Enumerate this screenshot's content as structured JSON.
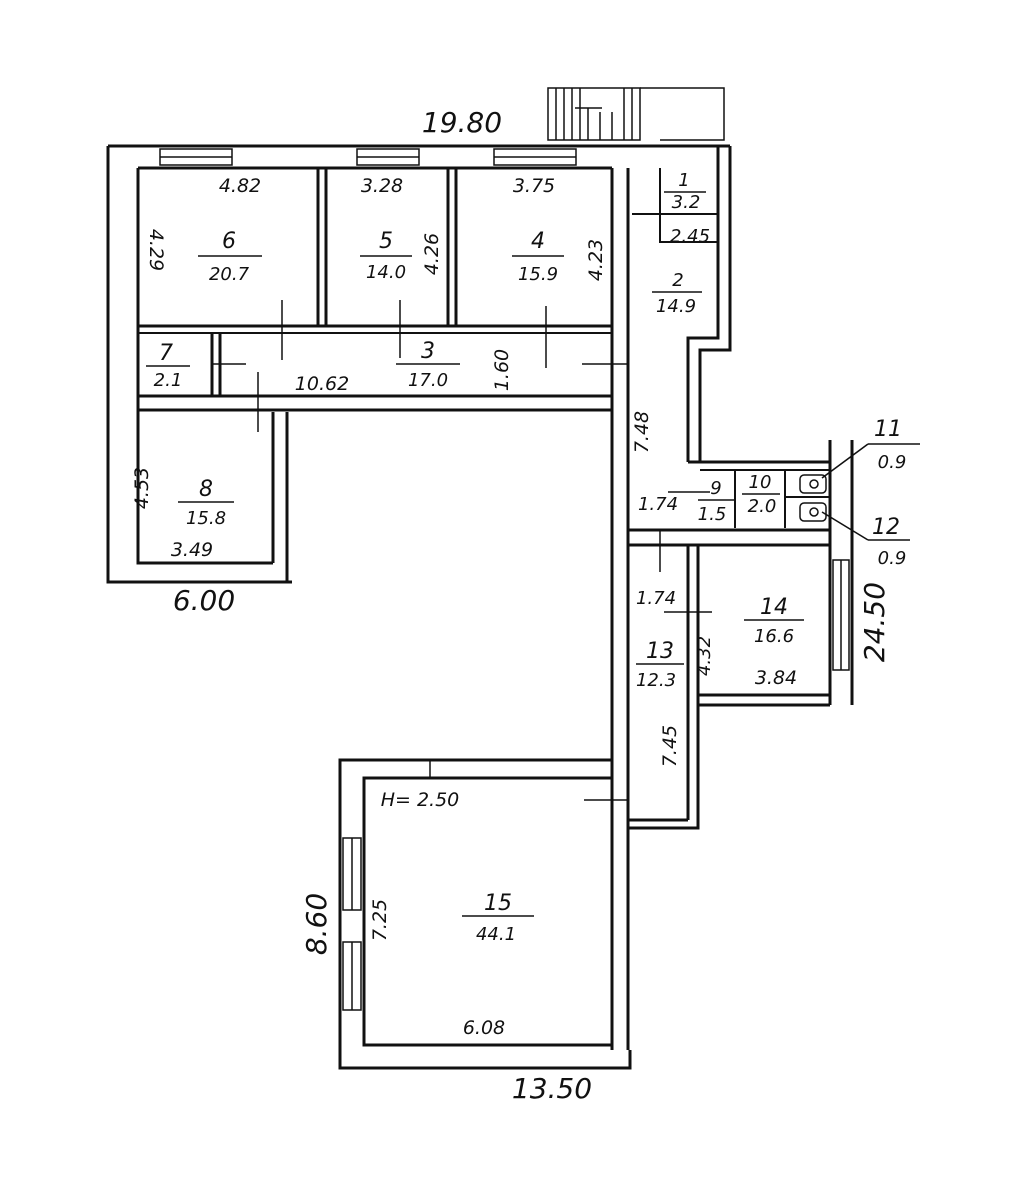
{
  "overall": {
    "top_length": "19.80",
    "bottom_length": "13.50",
    "left_width": "6.00",
    "right_length": "24.50",
    "hall_length": "8.60"
  },
  "rooms": [
    {
      "num": "1",
      "area": "3.2"
    },
    {
      "num": "2",
      "area": "14.9"
    },
    {
      "num": "3",
      "area": "17.0"
    },
    {
      "num": "4",
      "area": "15.9"
    },
    {
      "num": "5",
      "area": "14.0"
    },
    {
      "num": "6",
      "area": "20.7"
    },
    {
      "num": "7",
      "area": "2.1"
    },
    {
      "num": "8",
      "area": "15.8"
    },
    {
      "num": "9",
      "area": "1.5"
    },
    {
      "num": "10",
      "area": "2.0"
    },
    {
      "num": "11",
      "area": "0.9"
    },
    {
      "num": "12",
      "area": "0.9"
    },
    {
      "num": "13",
      "area": "12.3"
    },
    {
      "num": "14",
      "area": "16.6"
    },
    {
      "num": "15",
      "area": "44.1"
    }
  ],
  "dims": {
    "r6_w": "4.82",
    "r6_h": "4.29",
    "r5_w": "3.28",
    "r5_h": "4.26",
    "r4_w": "3.75",
    "r4_h": "4.23",
    "r1_w": "2.45",
    "corr_len": "10.62",
    "corr_w": "1.60",
    "r2_len": "7.48",
    "r8_h": "4.53",
    "r8_w": "3.49",
    "r9_w": "1.74",
    "r13_w": "1.74",
    "r13_len": "7.45",
    "r14_h": "4.32",
    "r14_w": "3.84",
    "r15_h": "7.25",
    "r15_w": "6.08",
    "ceiling": "H= 2.50"
  }
}
